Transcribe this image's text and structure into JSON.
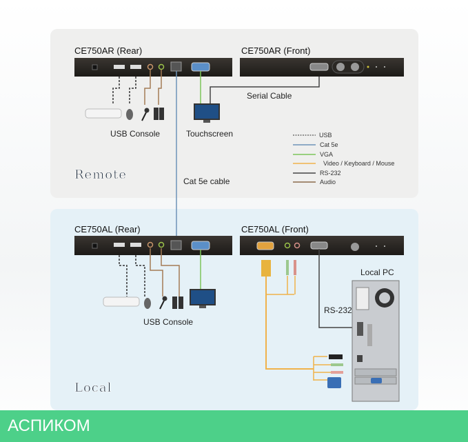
{
  "remote": {
    "zone_label": "Remote",
    "rear_title": "CE750AR (Rear)",
    "front_title": "CE750AR (Front)",
    "usb_console": "USB Console",
    "touchscreen": "Touchscreen",
    "serial_cable": "Serial Cable"
  },
  "cat5e_cable": "Cat 5e cable",
  "legend": [
    {
      "label": "USB",
      "color": "#333333",
      "style": "dashed"
    },
    {
      "label": "Cat 5e",
      "color": "#6f93b8",
      "style": "solid"
    },
    {
      "label": "VGA",
      "color": "#7dc55a",
      "style": "solid"
    },
    {
      "label": "Video / Keyboard / Mouse",
      "color": "#f0b24a",
      "style": "solid"
    },
    {
      "label": "RS-232",
      "color": "#444444",
      "style": "solid"
    },
    {
      "label": "Audio",
      "color": "#8a6a4a",
      "style": "solid"
    }
  ],
  "local": {
    "zone_label": "Local",
    "rear_title": "CE750AL (Rear)",
    "front_title": "CE750AL (Front)",
    "usb_console": "USB Console",
    "local_pc": "Local PC",
    "rs232": "RS-232"
  },
  "footer": {
    "brand": "АСПИКОМ",
    "color": "#4dd089"
  }
}
